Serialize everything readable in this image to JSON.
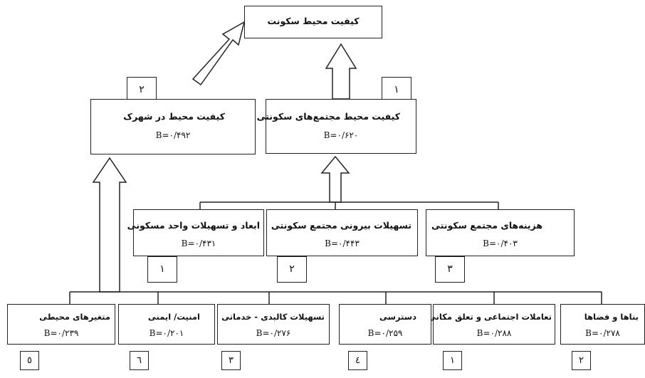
{
  "goal": {
    "label": "کیفیت محیط سکونت"
  },
  "level1": [
    {
      "label": "کیفیت محیط مجتمع‌های سکونتی",
      "coef": "B=۰/۶۲۰",
      "rank": "۱"
    },
    {
      "label": "کیفیت محیط در شهرک",
      "coef": "B=۰/۴۹۲",
      "rank": "۲"
    }
  ],
  "level2": [
    {
      "label": "هزینه‌های مجتمع سکونتی",
      "coef": "B=۰/۴۰۳",
      "rank": "۳"
    },
    {
      "label": "تسهیلات بیرونی مجتمع سکونتی",
      "coef": "B=۰/۴۴۳",
      "rank": "۲"
    },
    {
      "label": "ابعاد و تسهیلات واحد مسکونی",
      "coef": "B=۰/۴۳۱",
      "rank": "۱"
    }
  ],
  "level3": [
    {
      "label": "بناها و فضاها",
      "coef": "B=۰/۲۷۸",
      "rank": "۲"
    },
    {
      "label": "تعاملات اجتماعی و تعلق مکانی",
      "coef": "B=۰/۲۸۸",
      "rank": "۱"
    },
    {
      "label": "دسترسی",
      "coef": "B=۰/۲۵۹",
      "rank": "٤"
    },
    {
      "label": "تسهیلات کالبدی - خدماتی",
      "coef": "B=۰/۲۷۶",
      "rank": "۳"
    },
    {
      "label": "امنیت/ ایمنی",
      "coef": "B=۰/۲۰۱",
      "rank": "٦"
    },
    {
      "label": "متغیرهای محیطی",
      "coef": "B=۰/۲۳۹",
      "rank": "٥"
    }
  ]
}
